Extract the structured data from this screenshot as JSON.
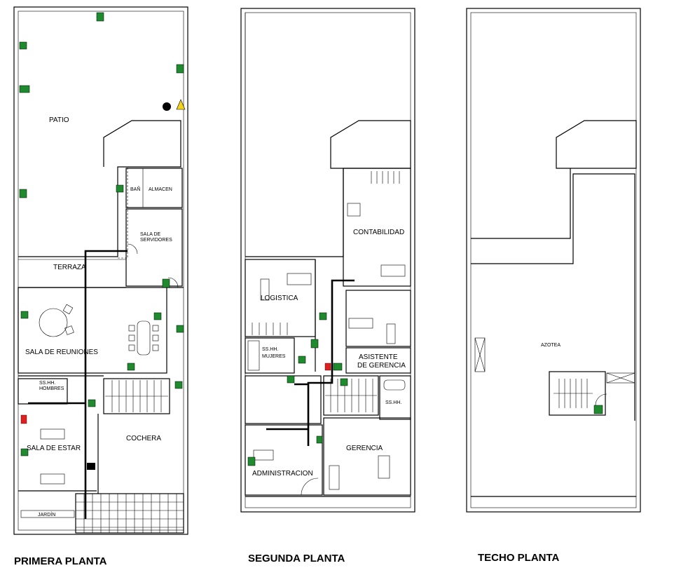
{
  "plans": {
    "first": {
      "title": "PRIMERA PLANTA",
      "rooms": {
        "patio": "PATIO",
        "almacen": "ALMACEN",
        "bath": "BAÑ",
        "servidores_1": "SALA DE",
        "servidores_2": "SERVIDORES",
        "terraza": "TERRAZA",
        "reuniones": "SALA DE REUNIONES",
        "sshh_1": "SS.HH.",
        "sshh_2": "HOMBRES",
        "estar": "SALA DE ESTAR",
        "cochera": "COCHERA",
        "jardin": "JARDÍN"
      }
    },
    "second": {
      "title": "SEGUNDA PLANTA",
      "rooms": {
        "contabilidad": "CONTABILIDAD",
        "logistica": "LOGISTICA",
        "sshh_m_1": "SS.HH.",
        "sshh_m_2": "MUJERES",
        "asistente_1": "ASISTENTE",
        "asistente_2": "DE GERENCIA",
        "sshh": "SS.HH.",
        "gerencia": "GERENCIA",
        "administracion": "ADMINISTRACION"
      }
    },
    "roof": {
      "title": "TECHO PLANTA",
      "rooms": {
        "azotea": "AZOTEA"
      }
    }
  },
  "colors": {
    "exit_sign": "#1f8a2e",
    "extinguisher": "#e02020",
    "lines": "#000000"
  },
  "icons": [
    "exit-sign-icon",
    "fire-extinguisher-icon",
    "warning-sign-icon",
    "alarm-icon",
    "emergency-light-icon"
  ]
}
